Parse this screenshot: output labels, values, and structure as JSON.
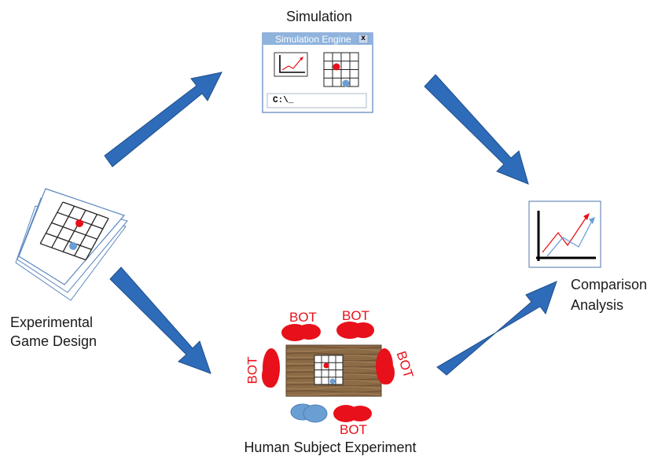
{
  "labels": {
    "simulation": "Simulation",
    "simulation_window_title": "Simulation Engine",
    "simulation_window_close": "x",
    "command_prompt": "C:\\_",
    "experimental_design_line1": "Experimental",
    "experimental_design_line2": "Game Design",
    "comparison_line1": "Comparison",
    "comparison_line2": "Analysis",
    "human_experiment": "Human Subject Experiment",
    "bot": "BOT"
  },
  "colors": {
    "arrow_fill": "#2e6bb8",
    "arrow_stroke": "#1f4f8c",
    "red_piece": "#e8101a",
    "blue_piece": "#6a9fd3",
    "window_titlebar": "#8fb3dd",
    "window_border": "#7a9ccc",
    "table_wood": "#8b6a46"
  }
}
